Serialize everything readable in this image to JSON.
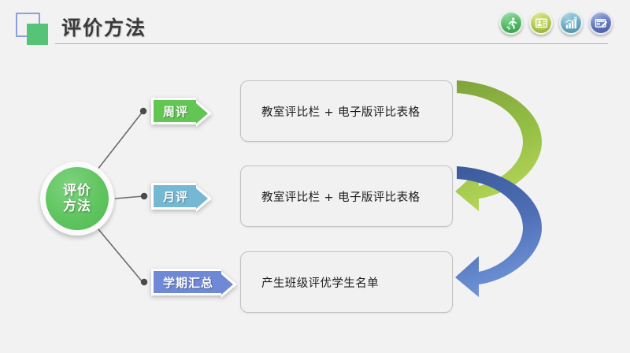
{
  "slide": {
    "title": "评价方法",
    "background_color": "#f2f2f2"
  },
  "header": {
    "logo_outline_color": "#8d9fdd",
    "logo_fill_color": "#56c477",
    "rule_color": "#b4b4b4",
    "icons": [
      {
        "name": "running-person-icon",
        "color": "#4cb962"
      },
      {
        "name": "presentation-person-icon",
        "color": "#b2cc4d"
      },
      {
        "name": "bar-chart-trend-icon",
        "color": "#63abc4"
      },
      {
        "name": "form-edit-icon",
        "color": "#5a72bd"
      }
    ]
  },
  "diagram": {
    "center_node": {
      "line1": "评价",
      "line2": "方法",
      "color": "#62c661"
    },
    "branches": [
      {
        "label": "周评",
        "label_color": "#62c554",
        "content": "教室评比栏 + 电子版评比表格"
      },
      {
        "label": "月评",
        "label_color": "#74b8d4",
        "content": "教室评比栏 + 电子版评比表格"
      },
      {
        "label": "学期汇总",
        "label_color": "#7089d6",
        "content": "产生班级评优学生名单"
      }
    ],
    "flow_arrows": [
      {
        "name": "green-loop-arrow",
        "from_color": "#7fa33c",
        "to_color": "#b0d352"
      },
      {
        "name": "blue-loop-arrow",
        "from_color": "#3a5a9c",
        "to_color": "#6d8fd4"
      }
    ],
    "connector_line_color": "#6b6b6b",
    "connector_dot_color": "#4a4a4a"
  }
}
